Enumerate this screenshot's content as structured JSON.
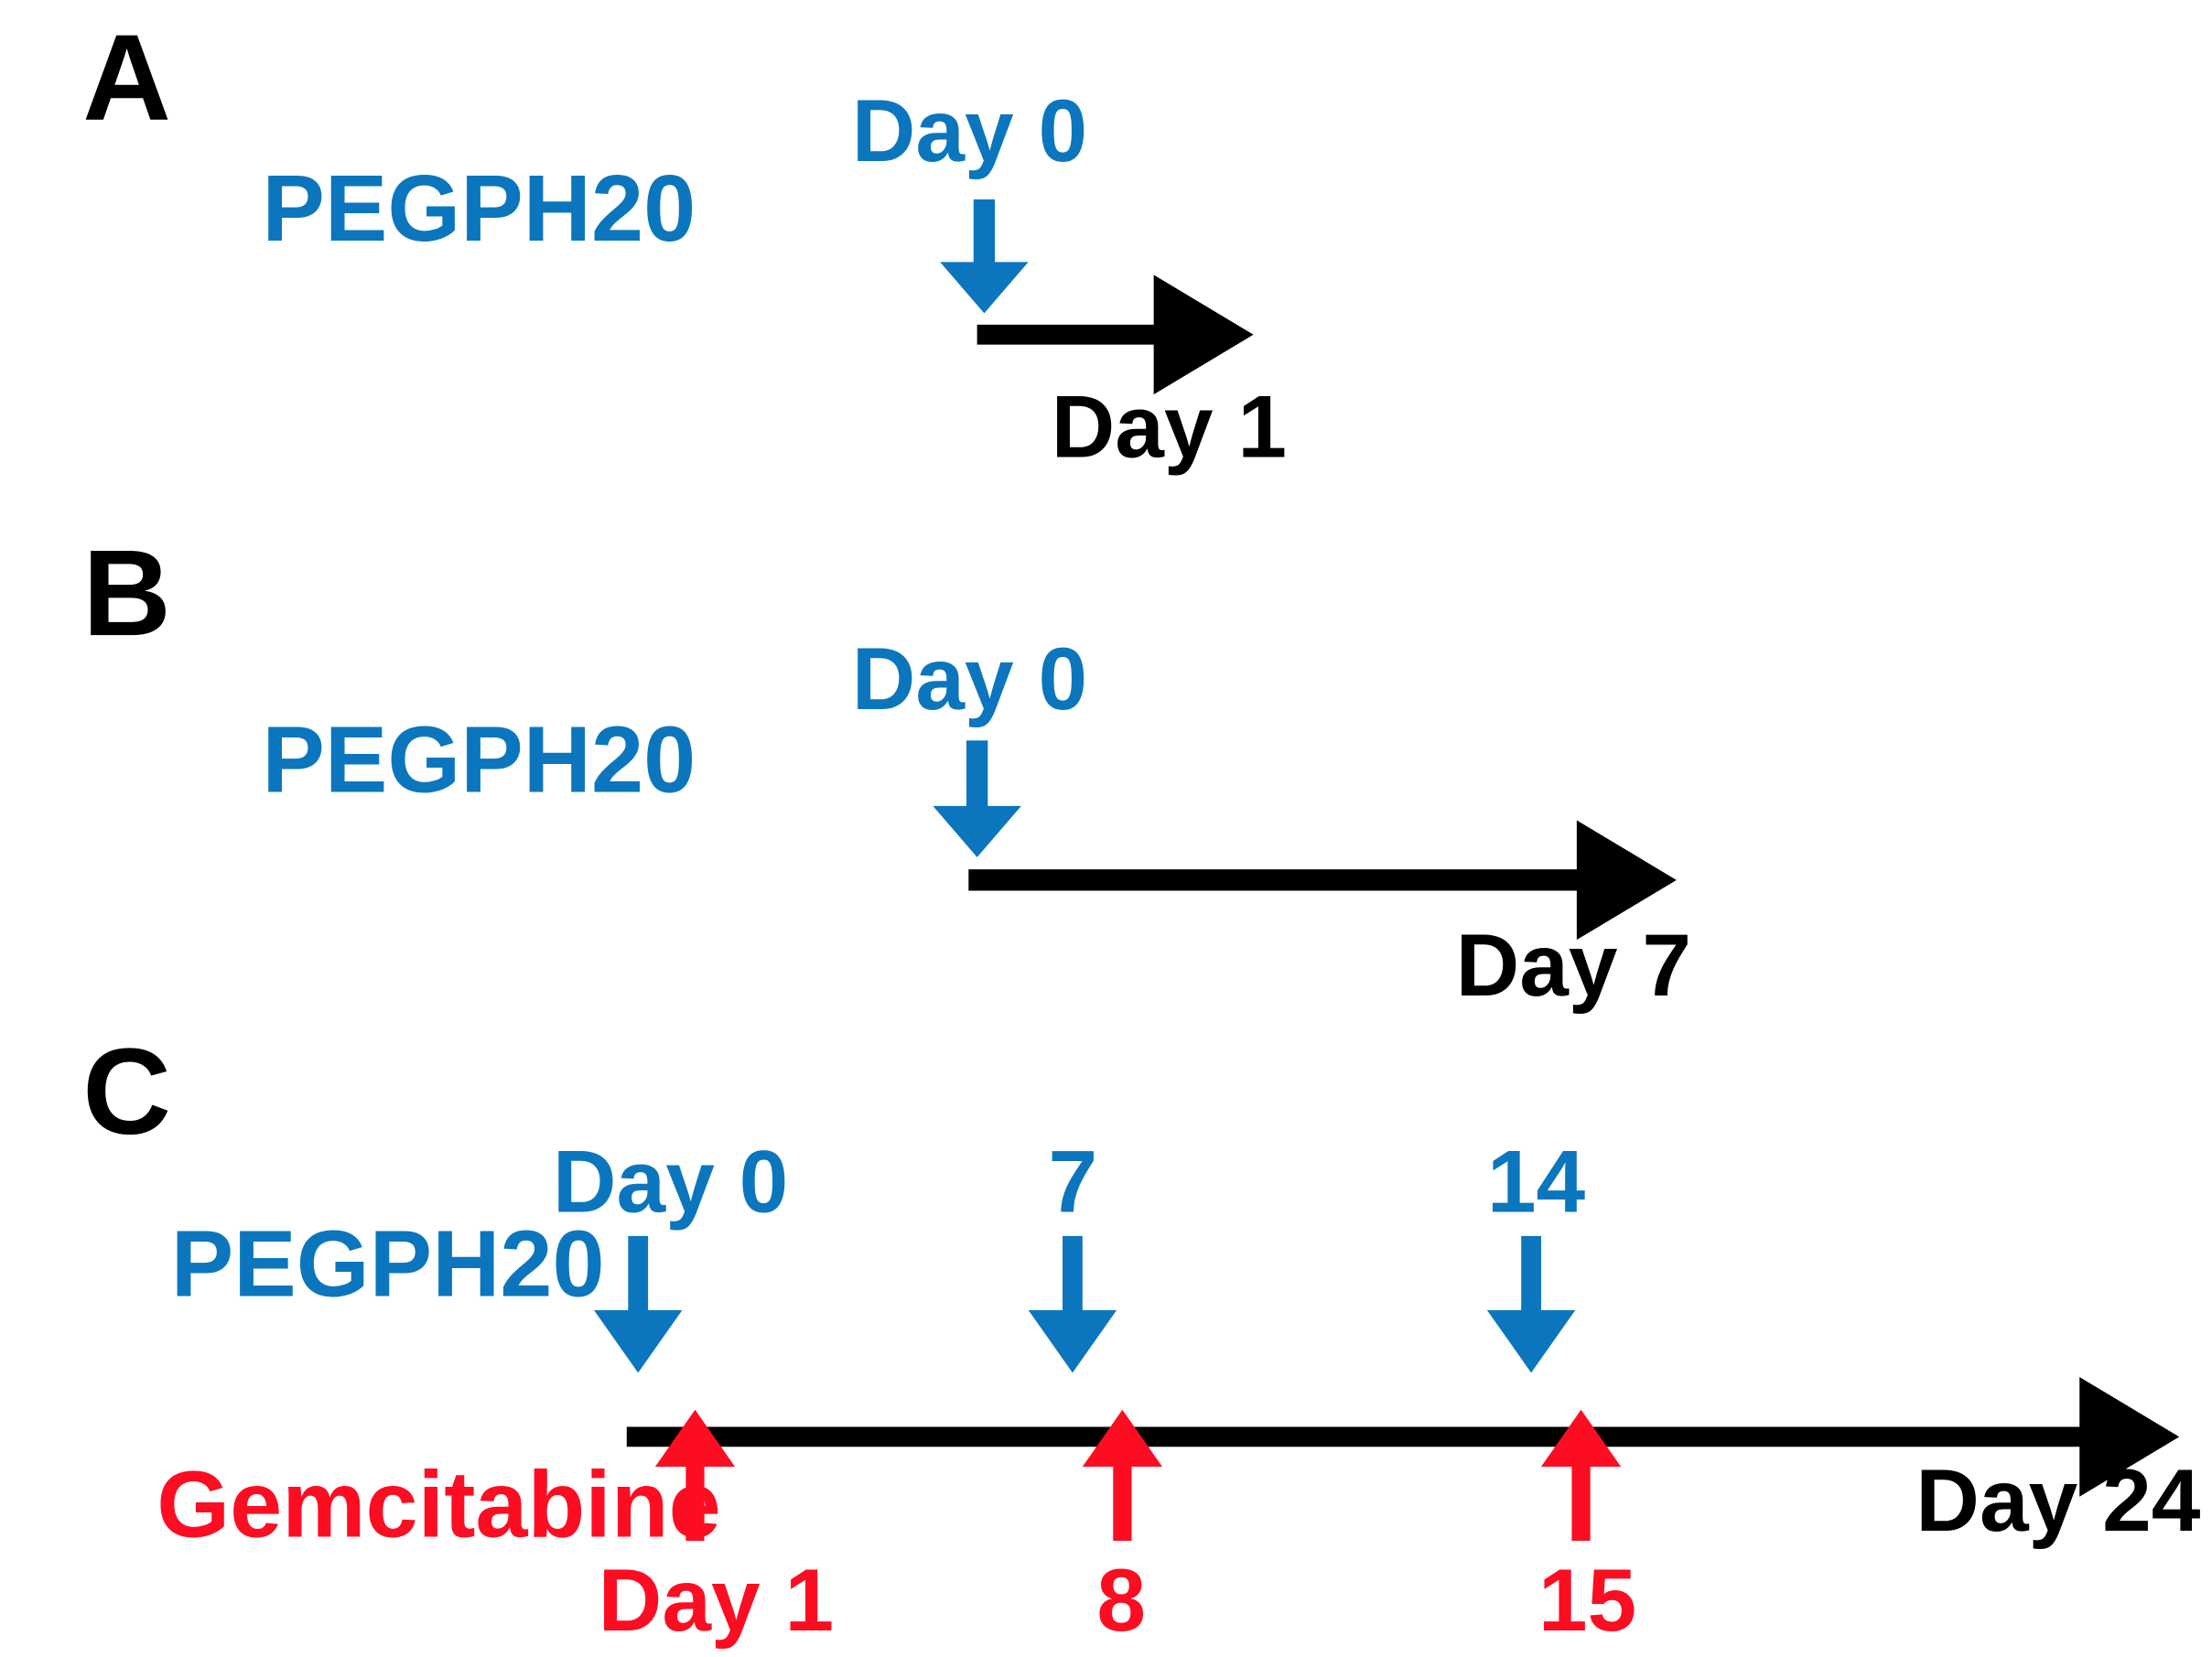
{
  "figure": {
    "type": "treatment-schedule-timeline-diagram",
    "background_color": "#ffffff",
    "colors": {
      "pegph20_blue": "#0b76bd",
      "gemcitabine_red": "#fc0d21",
      "timeline_black": "#000000"
    }
  },
  "panels": [
    {
      "letter": "A",
      "drug_label": "PEGPH20",
      "drug_color": "#0b76bd",
      "dose_label": "Day 0",
      "timeline_end_label": "Day 1",
      "timeline_end_color": "#000000"
    },
    {
      "letter": "B",
      "drug_label": "PEGPH20",
      "drug_color": "#0b76bd",
      "dose_label": "Day 0",
      "timeline_end_label": "Day 7",
      "timeline_end_color": "#000000"
    },
    {
      "letter": "C",
      "drug_label_top": "PEGPH20",
      "drug_label_bottom": "Gemcitabine",
      "drug_top_color": "#0b76bd",
      "drug_bottom_color": "#fc0d21",
      "pegph20_doses": [
        "Day 0",
        "7",
        "14"
      ],
      "gemcitabine_doses": [
        "Day 1",
        "8",
        "15"
      ],
      "timeline_end_label": "Day 24",
      "timeline_end_color": "#000000"
    }
  ],
  "chart_data": {
    "type": "timeline",
    "title": "",
    "panels": [
      {
        "id": "A",
        "series": [
          {
            "name": "PEGPH20",
            "color": "#0b76bd",
            "direction": "down",
            "days": [
              0
            ],
            "day_labels": [
              "Day 0"
            ]
          }
        ],
        "axis": {
          "start_day": 0,
          "end_day": 1,
          "end_label": "Day 1",
          "color": "#000000"
        }
      },
      {
        "id": "B",
        "series": [
          {
            "name": "PEGPH20",
            "color": "#0b76bd",
            "direction": "down",
            "days": [
              0
            ],
            "day_labels": [
              "Day 0"
            ]
          }
        ],
        "axis": {
          "start_day": 0,
          "end_day": 7,
          "end_label": "Day 7",
          "color": "#000000"
        }
      },
      {
        "id": "C",
        "series": [
          {
            "name": "PEGPH20",
            "color": "#0b76bd",
            "direction": "down",
            "days": [
              0,
              7,
              14
            ],
            "day_labels": [
              "Day 0",
              "7",
              "14"
            ]
          },
          {
            "name": "Gemcitabine",
            "color": "#fc0d21",
            "direction": "up",
            "days": [
              1,
              8,
              15
            ],
            "day_labels": [
              "Day 1",
              "8",
              "15"
            ]
          }
        ],
        "axis": {
          "start_day": 0,
          "end_day": 24,
          "end_label": "Day 24",
          "color": "#000000"
        }
      }
    ]
  }
}
